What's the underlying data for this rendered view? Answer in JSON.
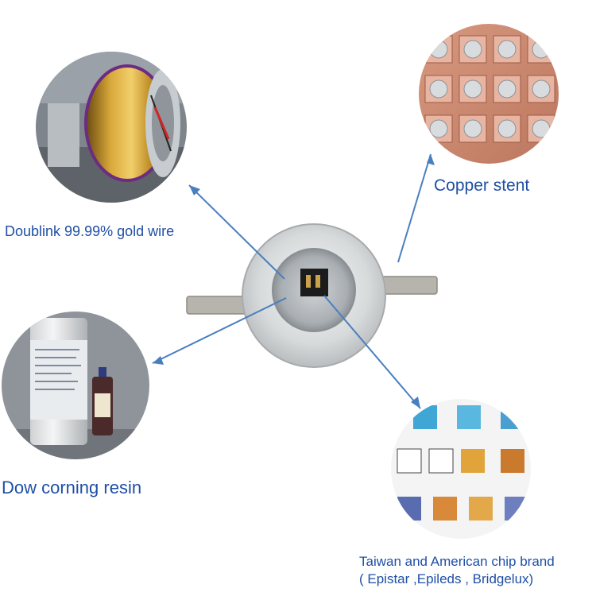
{
  "labels": {
    "gold_wire": "Doublink 99.99% gold wire",
    "copper_stent": "Copper stent",
    "resin": "Dow corning resin",
    "chip_brand_line1": "Taiwan and American chip brand",
    "chip_brand_line2": "( Epistar ,Epileds , Bridgelux)"
  },
  "colors": {
    "label_text": "#1f4fa6",
    "arrow": "#4a7fbf"
  }
}
